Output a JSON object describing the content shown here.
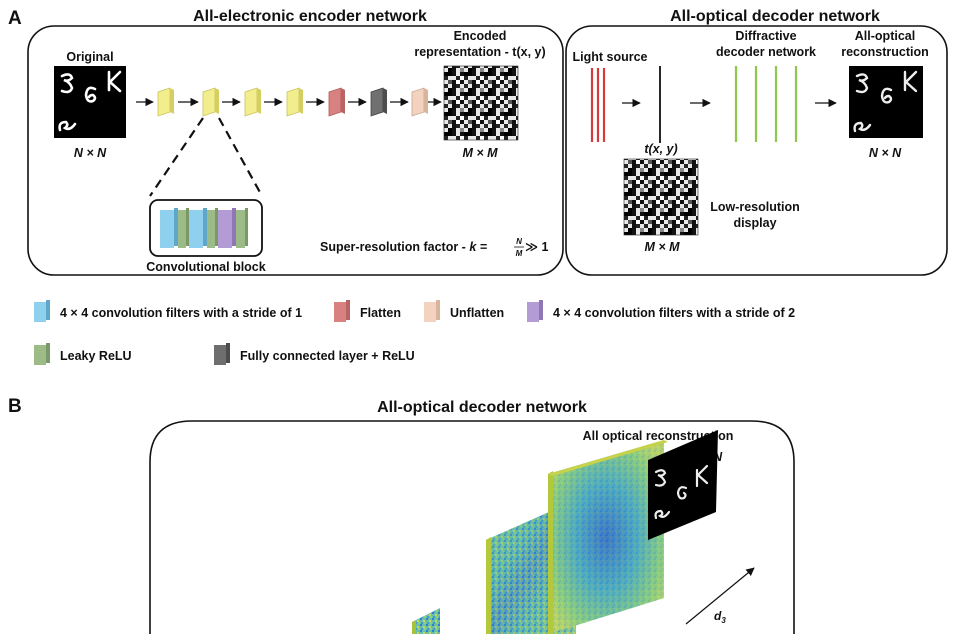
{
  "panels": {
    "a_letter": "A",
    "b_letter": "B"
  },
  "encoder": {
    "title": "All-electronic encoder network",
    "original_label": "Original",
    "original_dim": "N × N",
    "encoded_label_line1": "Encoded",
    "encoded_label_line2": "representation - t(x, y)",
    "encoded_dim": "M × M",
    "conv_block_label": "Convolutional block",
    "superres_prefix": "Super-resolution factor - ",
    "superres_k": "k = ",
    "superres_num": "N",
    "superres_den": "M",
    "superres_suffix": " ≫ 1"
  },
  "decoder": {
    "title": "All-optical decoder network",
    "light_source": "Light source",
    "diffractive_line1": "Diffractive",
    "diffractive_line2": "decoder network",
    "reconstruction_line1": "All-optical",
    "reconstruction_line2": "reconstruction",
    "reconstruction_dim": "N × N",
    "txy": "t(x, y)",
    "lowres_line1": "Low-resolution",
    "lowres_line2": "display",
    "lowres_dim": "M × M"
  },
  "legend": {
    "items": [
      {
        "label": "4 × 4 convolution filters with a stride of 1",
        "color": "#8fd0ee"
      },
      {
        "label": "Flatten",
        "color": "#d98080"
      },
      {
        "label": "Unflatten",
        "color": "#f3d3bf"
      },
      {
        "label": "4 × 4 convolution filters with a stride of 2",
        "color": "#b39bd6"
      },
      {
        "label": "Leaky ReLU",
        "color": "#9dbb86"
      },
      {
        "label": "Fully connected layer + ReLU",
        "color": "#6e6e6e"
      }
    ]
  },
  "part_b": {
    "title": "All-optical decoder network",
    "reconstruction_label": "All optical reconstruction",
    "dim": "N × N",
    "distance": "d",
    "distance_sub": "3"
  }
}
